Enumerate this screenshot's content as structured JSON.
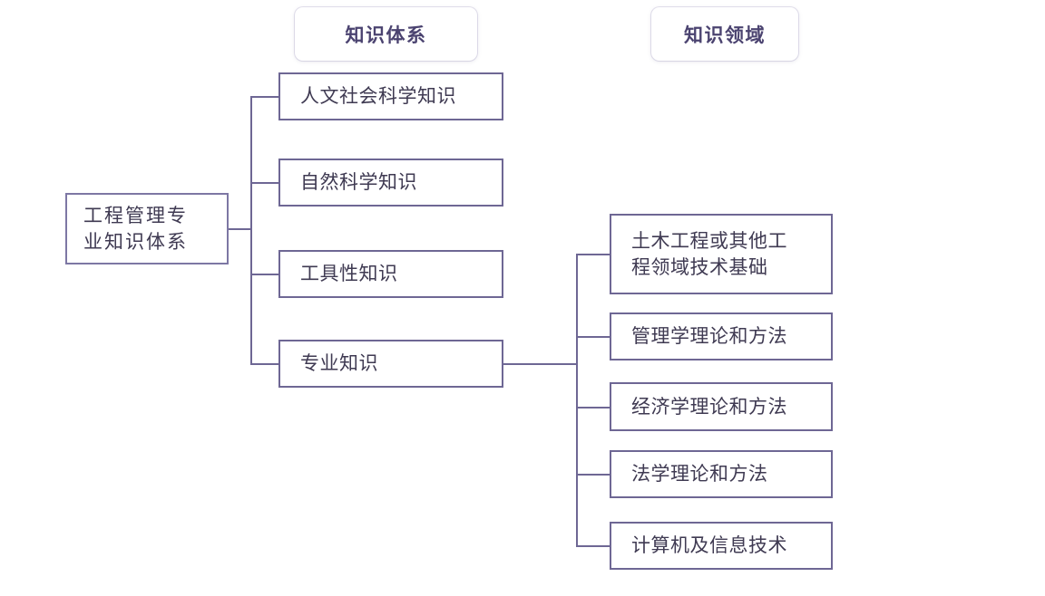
{
  "diagram": {
    "title_semantics": "engineering-management-knowledge-structure-tree",
    "accent_color": "#6e6794",
    "header_text_color": "#4b4370",
    "node_text_color": "#3f3a52",
    "background_color": "#ffffff"
  },
  "headers": [
    {
      "id": "knowledge-system",
      "label": "知识体系"
    },
    {
      "id": "knowledge-domain",
      "label": "知识领域"
    }
  ],
  "root": {
    "id": "root",
    "label": "工程管理专\n业知识体系"
  },
  "level1": [
    {
      "id": "humanities-social-science",
      "label": "人文社会科学知识"
    },
    {
      "id": "natural-science",
      "label": "自然科学知识"
    },
    {
      "id": "instrumental-knowledge",
      "label": "工具性知识"
    },
    {
      "id": "professional-knowledge",
      "label": "专业知识"
    }
  ],
  "level2": [
    {
      "id": "civil-engineering-technical-base",
      "label": "土木工程或其他工\n程领域技术基础"
    },
    {
      "id": "management-theory-methods",
      "label": "管理学理论和方法"
    },
    {
      "id": "economics-theory-methods",
      "label": "经济学理论和方法"
    },
    {
      "id": "law-theory-methods",
      "label": "法学理论和方法"
    },
    {
      "id": "computer-information-technology",
      "label": "计算机及信息技术"
    }
  ]
}
